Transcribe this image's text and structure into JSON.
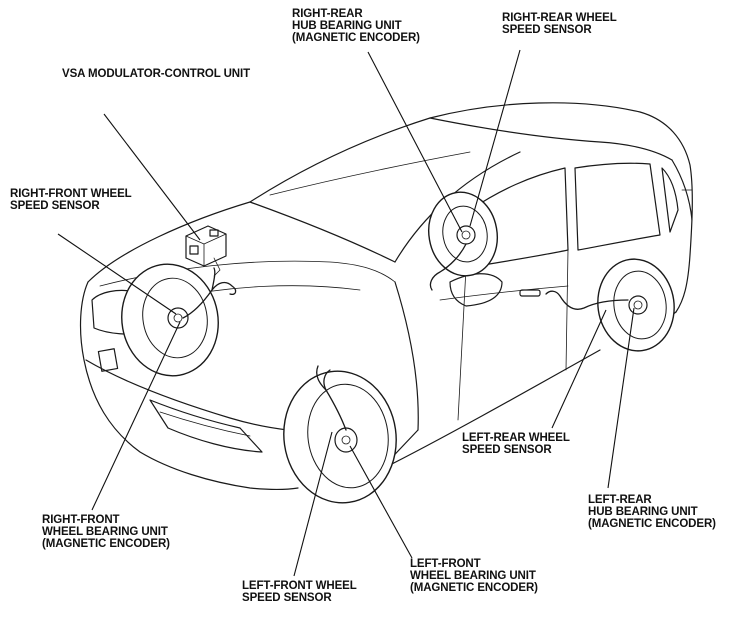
{
  "callouts": {
    "vsa_unit": {
      "lines": [
        "VSA MODULATOR-CONTROL UNIT"
      ]
    },
    "rf_sensor": {
      "lines": [
        "RIGHT-FRONT WHEEL",
        "SPEED SENSOR"
      ]
    },
    "rr_hub": {
      "lines": [
        "RIGHT-REAR",
        "HUB BEARING UNIT",
        "(MAGNETIC ENCODER)"
      ]
    },
    "rr_sensor": {
      "lines": [
        "RIGHT-REAR WHEEL",
        "SPEED SENSOR"
      ]
    },
    "lr_sensor": {
      "lines": [
        "LEFT-REAR WHEEL",
        "SPEED SENSOR"
      ]
    },
    "lr_hub": {
      "lines": [
        "LEFT-REAR",
        "HUB BEARING UNIT",
        "(MAGNETIC ENCODER)"
      ]
    },
    "rf_bearing": {
      "lines": [
        "RIGHT-FRONT",
        "WHEEL BEARING UNIT",
        "(MAGNETIC ENCODER)"
      ]
    },
    "lf_sensor": {
      "lines": [
        "LEFT-FRONT WHEEL",
        "SPEED SENSOR"
      ]
    },
    "lf_bearing": {
      "lines": [
        "LEFT-FRONT",
        "WHEEL BEARING UNIT",
        "(MAGNETIC ENCODER)"
      ]
    }
  },
  "style": {
    "ink": "#111111",
    "background": "#ffffff"
  }
}
